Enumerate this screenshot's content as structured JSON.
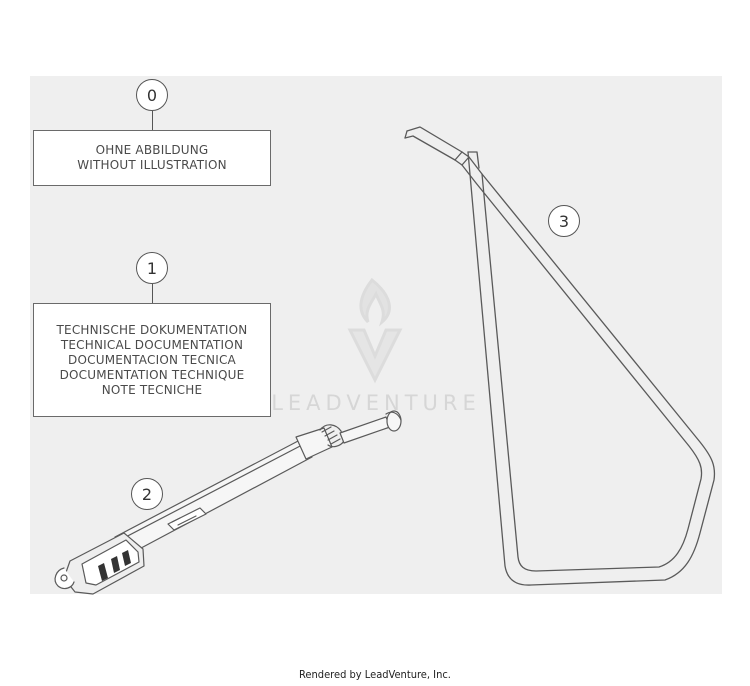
{
  "callouts": {
    "c0": "0",
    "c1": "1",
    "c2": "2",
    "c3": "3"
  },
  "box0": {
    "lines": [
      "OHNE ABBILDUNG",
      "WITHOUT ILLUSTRATION"
    ]
  },
  "box1": {
    "lines": [
      "TECHNISCHE DOKUMENTATION",
      "TECHNICAL DOCUMENTATION",
      "DOCUMENTACION TECNICA",
      "DOCUMENTATION TECHNIQUE",
      "NOTE TECNICHE"
    ]
  },
  "watermark": {
    "text": "LEADVENTURE"
  },
  "footer": {
    "text": "Rendered by LeadVenture, Inc."
  },
  "colors": {
    "panel_background": "#efefef",
    "line_art": "#5a5a5a",
    "watermark": "#d0d0d0"
  }
}
